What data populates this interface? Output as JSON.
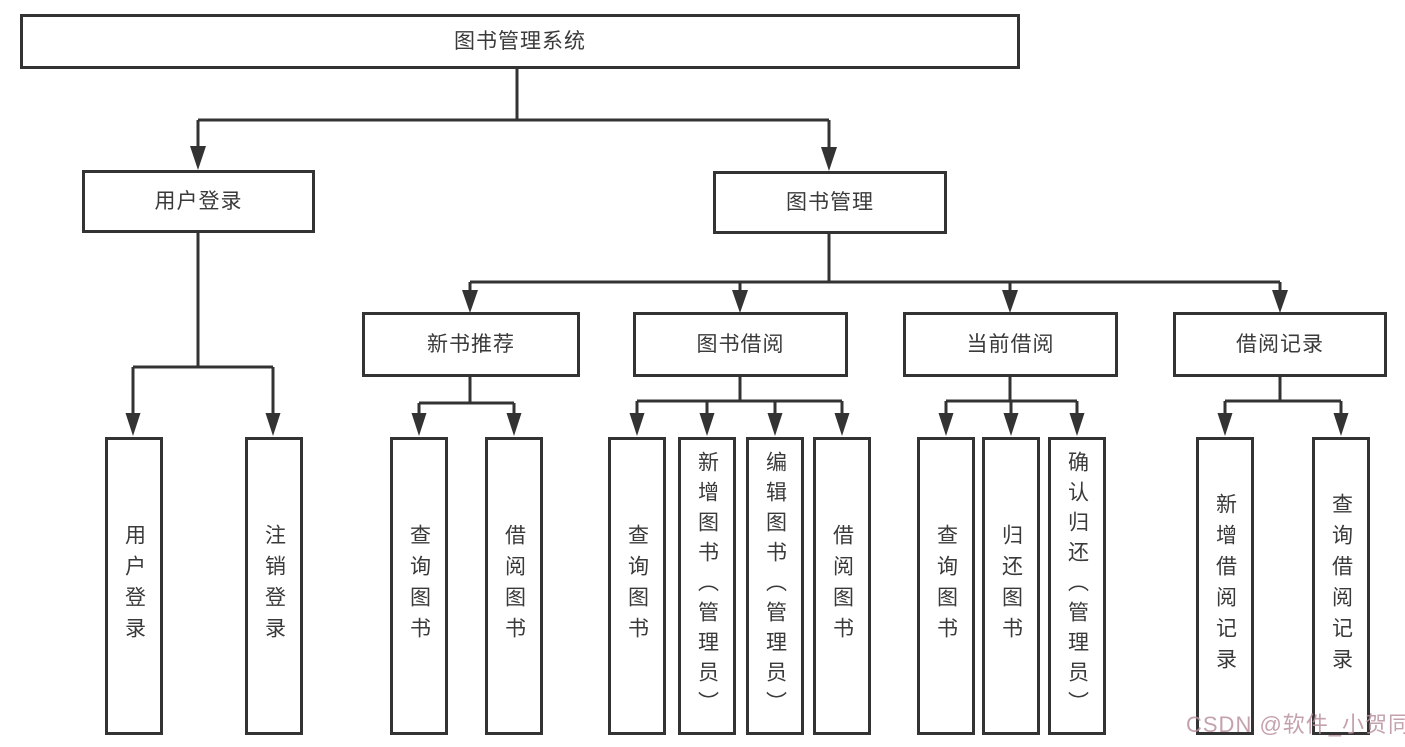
{
  "diagram": {
    "title": "图书管理系统",
    "nodes": {
      "root": {
        "label": "图书管理系统"
      },
      "user_login": {
        "label": "用户登录"
      },
      "book_mgmt": {
        "label": "图书管理"
      },
      "new_book_rec": {
        "label": "新书推荐"
      },
      "book_borrow": {
        "label": "图书借阅"
      },
      "current_borrow": {
        "label": "当前借阅"
      },
      "borrow_record": {
        "label": "借阅记录"
      },
      "leaf_user_login": {
        "label": "用户登录"
      },
      "leaf_logout": {
        "label": "注销登录"
      },
      "nbr_query_book": {
        "label": "查询图书"
      },
      "nbr_borrow_book": {
        "label": "借阅图书"
      },
      "bb_query_book": {
        "label": "查询图书"
      },
      "bb_add_book": {
        "label": "新增图书（管理员）"
      },
      "bb_edit_book": {
        "label": "编辑图书（管理员）"
      },
      "bb_borrow_book": {
        "label": "借阅图书"
      },
      "cb_query_book": {
        "label": "查询图书"
      },
      "cb_return_book": {
        "label": "归还图书"
      },
      "cb_confirm_return": {
        "label": "确认归还（管理员）"
      },
      "br_add_record": {
        "label": "新增借阅记录"
      },
      "br_query_record": {
        "label": "查询借阅记录"
      }
    },
    "colors": {
      "line": "#333333",
      "background": "#ffffff",
      "watermark": "#ba929c"
    },
    "watermark": "CSDN @软件_小贺同学"
  }
}
